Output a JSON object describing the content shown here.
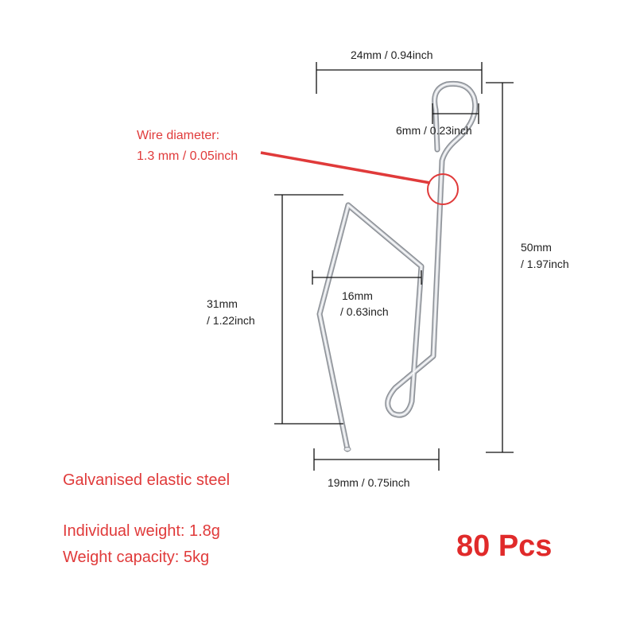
{
  "dimensions": {
    "top_width": "24mm / 0.94inch",
    "loop_width": "6mm / 0.23inch",
    "total_height_mm": "50mm",
    "total_height_in": "/ 1.97inch",
    "left_height_mm": "31mm",
    "left_height_in": "/ 1.22inch",
    "inner_width_mm": "16mm",
    "inner_width_in": "/ 0.63inch",
    "bottom_width": "19mm / 0.75inch"
  },
  "wire": {
    "label": "Wire diameter:",
    "value": "1.3 mm / 0.05inch"
  },
  "specs": {
    "material": "Galvanised elastic steel",
    "weight": "Individual weight: 1.8g",
    "capacity": "Weight capacity: 5kg"
  },
  "quantity": "80 Pcs",
  "colors": {
    "accent": "#e03a3a",
    "wire_steel": "#b8bcc2",
    "dimension_line": "#111111"
  }
}
